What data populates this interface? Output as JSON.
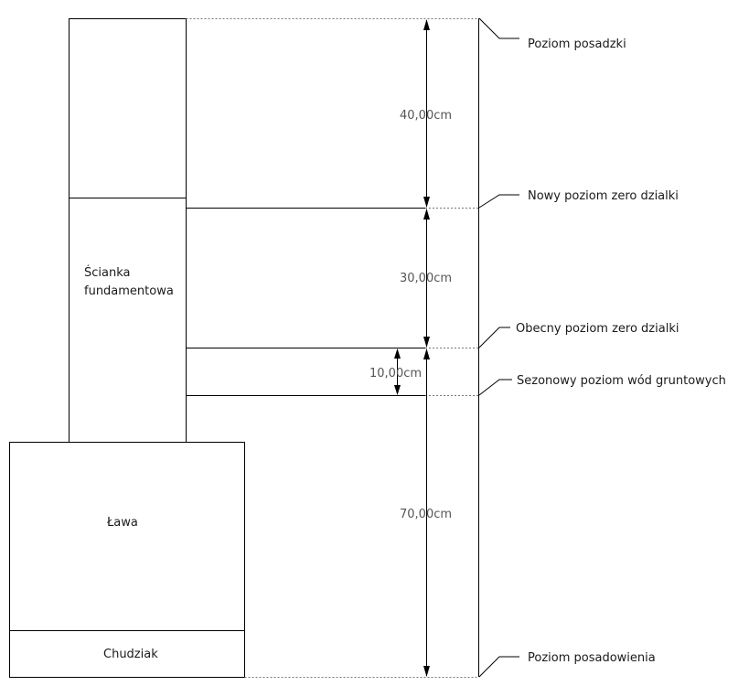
{
  "components": {
    "wall": [
      "Ścianka",
      "fundamentowa"
    ],
    "footing": "Ława",
    "lean_concrete": "Chudziak"
  },
  "levels": {
    "floor": "Poziom posadzki",
    "new_ground": "Nowy poziom zero dzialki",
    "current_ground": "Obecny poziom zero dzialki",
    "groundwater": "Sezonowy poziom wód gruntowych",
    "foundation": "Poziom posadowienia"
  },
  "dimensions": {
    "floor_to_new_ground": "40,00cm",
    "new_to_current_ground": "30,00cm",
    "current_ground_to_groundwater": "10,00cm",
    "current_ground_to_foundation": "70,00cm"
  }
}
